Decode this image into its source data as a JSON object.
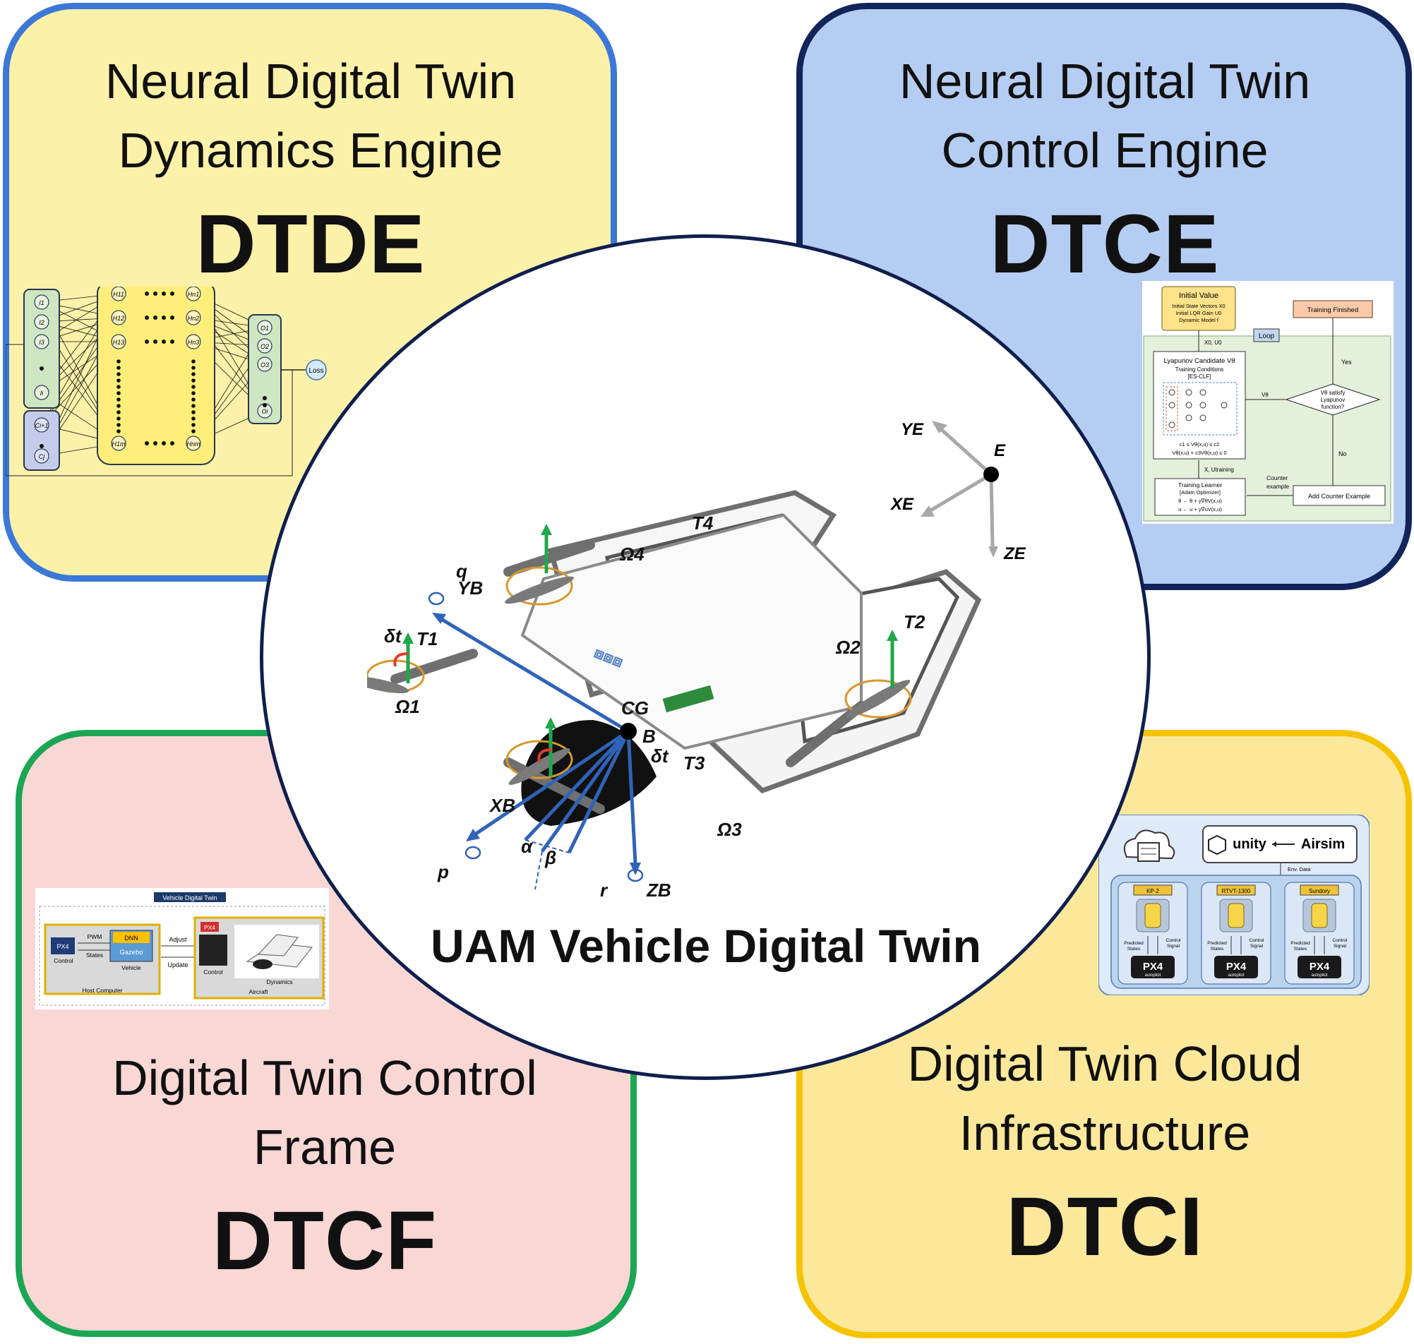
{
  "dtde": {
    "title_line1": "Neural Digital Twin",
    "title_line2": "Dynamics Engine",
    "code": "DTDE",
    "nn": {
      "inputs": [
        "I1",
        "I2",
        "I3",
        "Ii"
      ],
      "contexts": [
        "Ci+1",
        "Cj"
      ],
      "hidden_top": [
        "H11",
        "H12",
        "H13"
      ],
      "hidden_right": [
        "Hn1",
        "Hn2",
        "Hn3"
      ],
      "hidden_bottom": [
        "H1m",
        "Hnm"
      ],
      "outputs": [
        "O1",
        "O2",
        "O3",
        "Oi"
      ],
      "loss": "Loss"
    }
  },
  "dtce": {
    "title_line1": "Neural Digital Twin",
    "title_line2": "Control Engine",
    "code": "DTCE",
    "flow": {
      "initial_value": "Initial Value",
      "init_l1": "Initial State Vectors X0",
      "init_l2": "Initial LQR Gain U0",
      "init_l3": "Dynamic Model f",
      "training_finished": "Training Finished",
      "loop": "Loop",
      "x0u0": "X0, U0",
      "lyapunov": "Lyapunov Candidate Vθ",
      "training_conditions": "Training Conditions",
      "es_clf": "[ES-CLF]",
      "cond1": "c1 ≤ Vθ(x,u) ≤ c2",
      "cond2": "Vθ(x,u) + c3Vθ(x,u) ≤ 0",
      "v_theta": "Vθ",
      "decision_l1": "Vθ satisfy",
      "decision_l2": "Lyapunov",
      "decision_l3": "function?",
      "yes": "Yes",
      "no": "No",
      "xu_training": "X, Utraining",
      "counter_example_l1": "Counter",
      "counter_example_l2": "example",
      "training_learner": "Training Learner",
      "adam": "[Adam Optimizer]",
      "upd1": "θ ← θ + γ∇θV(x,u)",
      "upd2": "u ← u + γ∇uV(x,u)",
      "add_counter": "Add Counter Example"
    }
  },
  "dtcf": {
    "title_line1": "Digital Twin Control",
    "title_line2": "Frame",
    "code": "DTCF",
    "diagram": {
      "header": "Vehicle Digital Twin",
      "px4": "PX4",
      "control": "Control",
      "pwm": "PWM",
      "states": "States",
      "dnn": "DNN",
      "gazebo": "Gazebo",
      "vehicle": "Vehicle",
      "adjust": "Adjust",
      "update": "Update",
      "host_computer": "Host Computer",
      "px4_right": "PX4",
      "control_right": "Control",
      "dynamics": "Dynamics",
      "aircraft": "Aircraft"
    }
  },
  "dtci": {
    "title_line1": "Digital Twin Cloud",
    "title_line2": "Infrastructure",
    "code": "DTCI",
    "diagram": {
      "unity": "unity",
      "airsim": "Airsim",
      "env_data": "Env. Data",
      "vehicles": [
        "KP-2",
        "RTVT-1300",
        "Sundory"
      ],
      "predicted_l1": "Predicted",
      "predicted_l2": "States",
      "control_l1": "Control",
      "control_l2": "Signal",
      "px4_label": "PX4",
      "autopilot": "autopilot"
    }
  },
  "center": {
    "title": "UAM Vehicle Digital Twin",
    "labels": {
      "YE": "YE",
      "XE": "XE",
      "ZE": "ZE",
      "E": "E",
      "T1": "T1",
      "T2": "T2",
      "T3": "T3",
      "T4": "T4",
      "O1": "Ω1",
      "O2": "Ω2",
      "O3": "Ω3",
      "O4": "Ω4",
      "YB": "YB",
      "XB": "XB",
      "ZB": "ZB",
      "CG": "CG",
      "B": "B",
      "q": "q",
      "p": "p",
      "r": "r",
      "delta1": "δt",
      "delta2": "δt",
      "alpha": "α",
      "beta": "β"
    }
  },
  "colors": {
    "tl_fill": "#fbf1a9",
    "tl_border": "#3b78d8",
    "tr_fill": "#b5cdf2",
    "tr_border": "#13245a",
    "bl_fill": "#f9d7d4",
    "bl_border": "#1aa654",
    "br_fill": "#fce89b",
    "br_border": "#f5c300",
    "center_border": "#0f1f4d"
  }
}
